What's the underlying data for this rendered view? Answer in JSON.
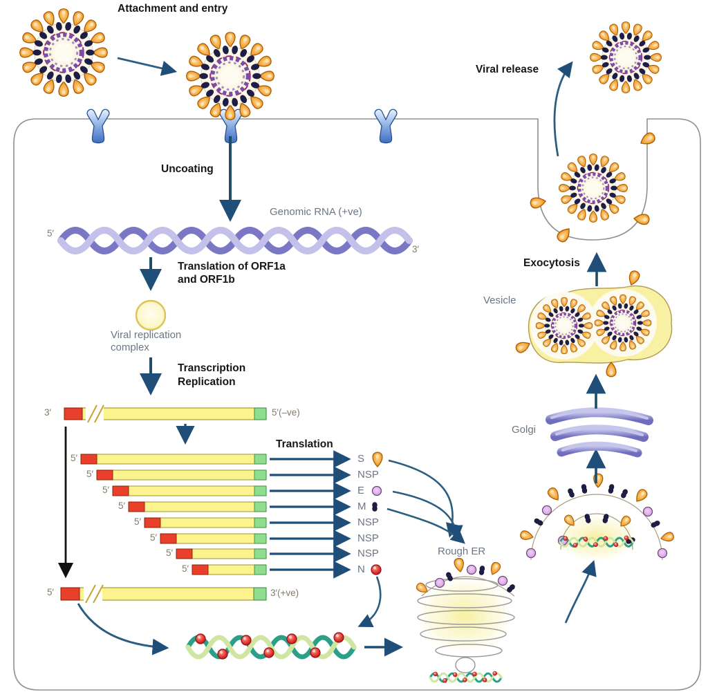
{
  "labels": {
    "attachment_entry": "Attachment and entry",
    "uncoating": "Uncoating",
    "genomic_rna": "Genomic RNA (+ve)",
    "genome_5": "5′",
    "genome_3": "3′",
    "translation_orf_line1": "Translation of ORF1a",
    "translation_orf_line2": "and ORF1b",
    "replication_complex_line1": "Viral replication",
    "replication_complex_line2": "complex",
    "transcription": "Transcription",
    "replication": "Replication",
    "neg_strand_3": "3′",
    "neg_strand_5": "5′(–ve)",
    "translation": "Translation",
    "pos_strand_5": "5′",
    "pos_strand_3": "3′(+ve)",
    "rough_er": "Rough ER",
    "golgi": "Golgi",
    "vesicle": "Vesicle",
    "exocytosis": "Exocytosis",
    "viral_release": "Viral release"
  },
  "mrna_ladder": {
    "rows": [
      {
        "end": "5′",
        "product": "S"
      },
      {
        "end": "5′",
        "product": "NSP"
      },
      {
        "end": "5′",
        "product": "E"
      },
      {
        "end": "5′",
        "product": "M"
      },
      {
        "end": "5′",
        "product": "NSP"
      },
      {
        "end": "5′",
        "product": "NSP"
      },
      {
        "end": "5′",
        "product": "NSP"
      },
      {
        "end": "5′",
        "product": "N"
      }
    ]
  },
  "colors": {
    "arrow_teal": "#1f4e79",
    "bold_text": "#161616",
    "gray_text": "#6b7585",
    "prime_text": "#84796a",
    "mrna_yellow": "#fbf38d",
    "mrna_red": "#e8402a",
    "mrna_green": "#8ede8e",
    "spike_orange": "#ef8d15",
    "membrane_protein_navy": "#1d1d45",
    "envelope_violet": "#dda9e8",
    "nucleocapsid_red": "#d41f2c",
    "rna_ribbon_purple": "#7a77c4",
    "golgi_purple": "#7f7dc8",
    "vesicle_yellow": "#f8f1a4",
    "receptor_blue": "#4a7cc7",
    "helix_teal": "#2ba088",
    "cell_outline": "#8f8f8f"
  }
}
